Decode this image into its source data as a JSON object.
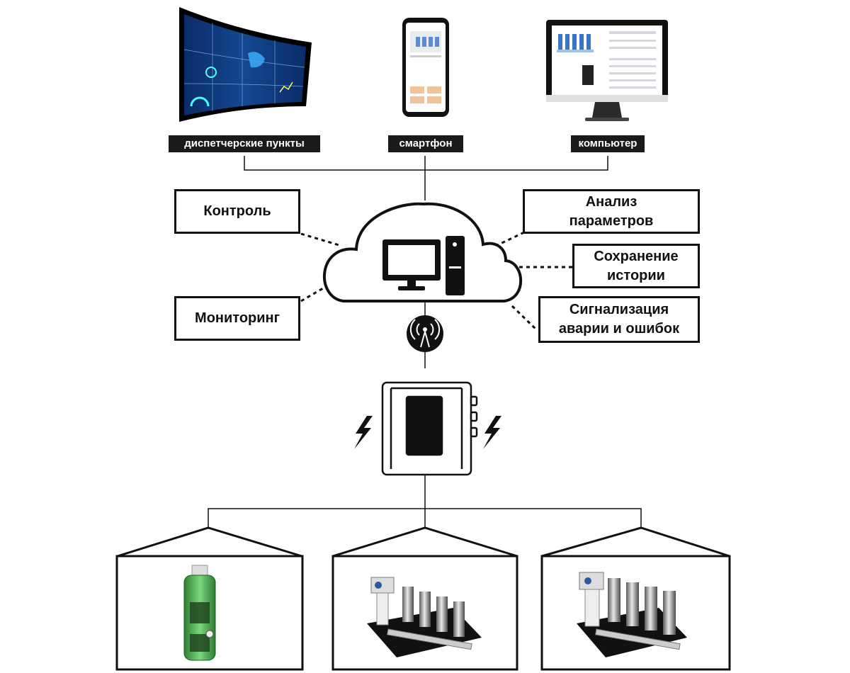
{
  "devices": [
    {
      "label": "диспетчерские пункты",
      "icon": "video-wall-icon"
    },
    {
      "label": "смартфон",
      "icon": "smartphone-icon"
    },
    {
      "label": "компьютер",
      "icon": "desktop-monitor-icon"
    }
  ],
  "features": {
    "left": [
      {
        "line1": "Контроль",
        "line2": ""
      },
      {
        "line1": "Мониторинг",
        "line2": ""
      }
    ],
    "right": [
      {
        "line1": "Анализ",
        "line2": "параметров"
      },
      {
        "line1": "Сохранение",
        "line2": "истории"
      },
      {
        "line1": "Сигнализация",
        "line2": "аварии и ошибок"
      }
    ]
  },
  "center": {
    "cloud": "cloud-server-icon",
    "antenna": "wireless-antenna-icon",
    "controller": "control-cabinet-icon"
  },
  "equipment": [
    {
      "icon": "pump-station-tank-icon"
    },
    {
      "icon": "booster-pump-set-4-icon"
    },
    {
      "icon": "booster-pump-set-4b-icon"
    }
  ],
  "colors": {
    "line": "#111111",
    "label_bg": "#1a1a1a",
    "tank": "#4caf50",
    "screen": "#1c3f7a"
  }
}
